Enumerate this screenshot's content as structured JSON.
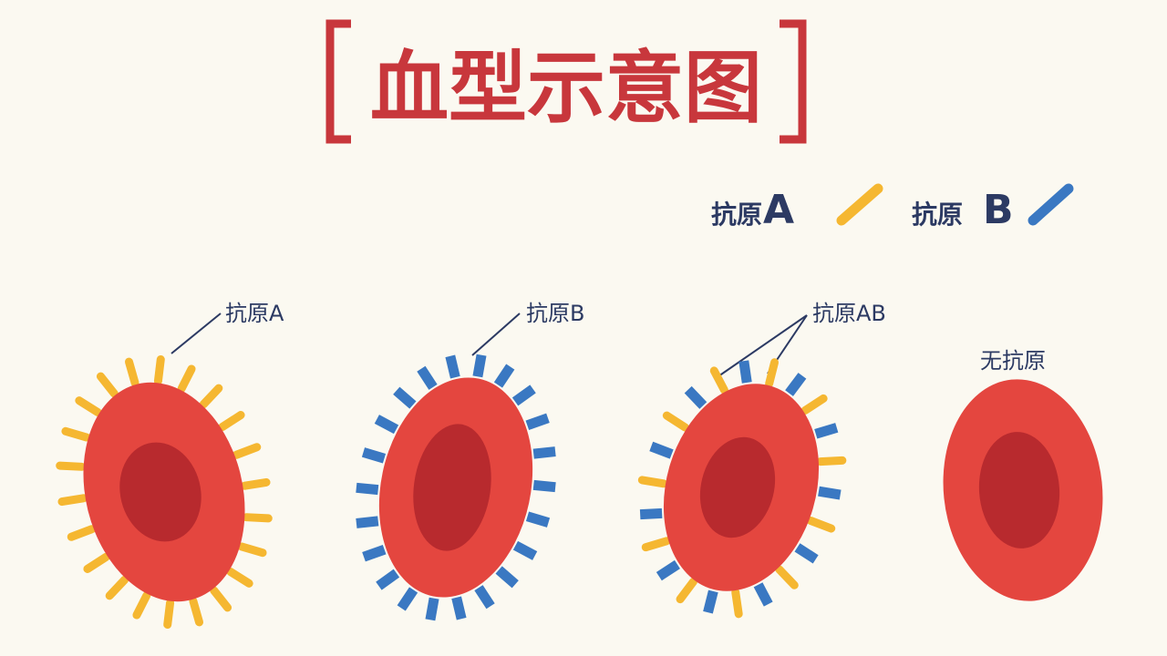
{
  "title": "血型示意图",
  "legend": {
    "antigen_a": {
      "prefix": "抗原",
      "letter": "A",
      "color": "#f5b731"
    },
    "antigen_b": {
      "prefix": "抗原",
      "letter": "B",
      "color": "#3a78c2"
    }
  },
  "callouts": {
    "antigen_a": "抗原A",
    "antigen_b": "抗原B",
    "antigen_ab": "抗原AB",
    "no_antigen": "无抗原"
  },
  "cells": [
    {
      "antigens": "A"
    },
    {
      "antigens": "B"
    },
    {
      "antigens": "AB"
    },
    {
      "antigens": "none"
    }
  ],
  "colors": {
    "title_red": "#c8373c",
    "text_navy": "#2c3a63",
    "cell_outer": "#e4463f",
    "cell_inner": "#b82a2e",
    "background": "#fbf9f1"
  }
}
